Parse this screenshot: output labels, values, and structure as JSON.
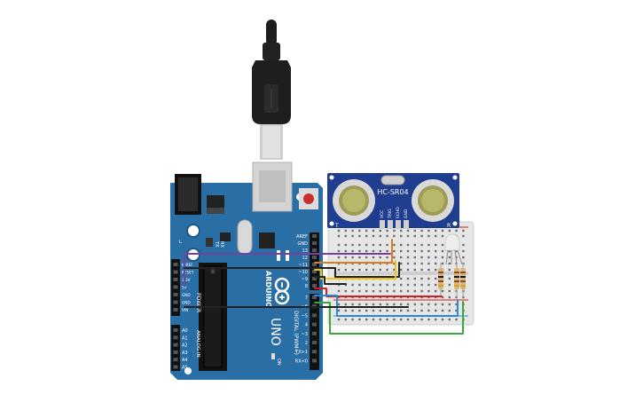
{
  "board": {
    "brand": "ARDUINO",
    "model": "UNO",
    "digital_label": "DIGITAL (PWM~)",
    "analog_label": "ANALOG IN",
    "power_label": "POWER",
    "on_label": "ON",
    "tx_label": "TX",
    "rx_label": "RX",
    "l_label": "L",
    "header_labels": [
      "AREF",
      "GND",
      "13",
      "12",
      "~11",
      "~10",
      "~9",
      "8",
      "7",
      "~6",
      "~5",
      "4",
      "~3",
      "2",
      "TX>1",
      "RX<0"
    ],
    "power_pins": [
      "IOREF",
      "RESET",
      "3.3V",
      "5V",
      "GND",
      "GND",
      "VIN"
    ],
    "analog_pins": [
      "A0",
      "A1",
      "A2",
      "A3",
      "A4",
      "A5"
    ]
  },
  "sensor": {
    "model": "HC-SR04",
    "pins": [
      "VCC",
      "TRIG",
      "ECHO",
      "GND"
    ],
    "corner_labels": [
      "T",
      "R"
    ]
  },
  "colors": {
    "board": "#2a6ea6",
    "board_dark": "#1f5687",
    "sensor": "#1f3e8f",
    "breadboard": "#e6e6e6",
    "wire_purple": "#7b3fa0",
    "wire_black": "#222222",
    "wire_orange": "#e07a1e",
    "wire_yellow": "#f2c511",
    "wire_red": "#d81c1c",
    "wire_blue": "#2a8cd0",
    "wire_green": "#3aa83a",
    "usb_black": "#1e1e1e"
  }
}
